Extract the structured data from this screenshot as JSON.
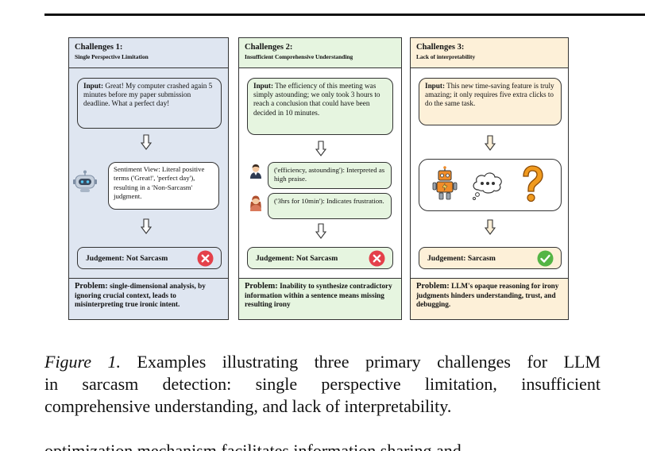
{
  "colors": {
    "panel1_bg": "#dfe6f1",
    "panel2_bg": "#e6f5e0",
    "panel3_bg": "#fdf0d8",
    "cross_red": "#e4404a",
    "check_green": "#54b545",
    "robot_orange": "#f08c28",
    "question_orange": "#f09a1e"
  },
  "panels": [
    {
      "title": "Challenges 1:",
      "subtitle": "Single Perspective Limitation",
      "input_label": "Input:",
      "input_text": "Great! My computer crashed again 5 minutes before my paper submission deadline. What a perfect day!",
      "view_text": "Sentiment View: Literal positive terms ('Great!', 'perfect day'), resulting in a 'Non-Sarcasm' judgment.",
      "judgement": "Judgement: Not Sarcasm",
      "judgement_icon": "cross-icon",
      "problem_label": "Problem:",
      "problem_text": "single-dimensional analysis, by ignoring crucial context, leads to misinterpreting true ironic intent."
    },
    {
      "title": "Challenges 2:",
      "subtitle": "Insufficient Comprehensive Understanding",
      "input_label": "Input:",
      "input_text": "The efficiency of this meeting was simply astounding; we only took 3 hours to reach a conclusion that could have been decided in 10 minutes.",
      "view1_text": "('efficiency, astounding'): Interpreted as high praise.",
      "view2_text": "('3hrs for 10min'): Indicates frustration.",
      "judgement": "Judgement: Not Sarcasm",
      "judgement_icon": "cross-icon",
      "problem_label": "Problem:",
      "problem_text": "Inability to synthesize contradictory information within a sentence means missing resulting irony"
    },
    {
      "title": "Challenges 3:",
      "subtitle": "Lack of interpretability",
      "input_label": "Input:",
      "input_text": "This new time-saving feature is truly amazing; it only requires five extra clicks to do the same task.",
      "judgement": "Judgement: Sarcasm",
      "judgement_icon": "check-icon",
      "problem_label": "Problem:",
      "problem_text": "LLM's opaque reasoning for irony judgments hinders understanding, trust, and debugging."
    }
  ],
  "caption": {
    "label": "Figure 1.",
    "line1_rest": "Examples illustrating three primary challenges for LLM",
    "line2": "in sarcasm detection: single perspective limitation, insufficient",
    "line3": "comprehensive understanding, and lack of interpretability."
  },
  "body_cut_text": "optimization mechanism facilitates information sharing and"
}
